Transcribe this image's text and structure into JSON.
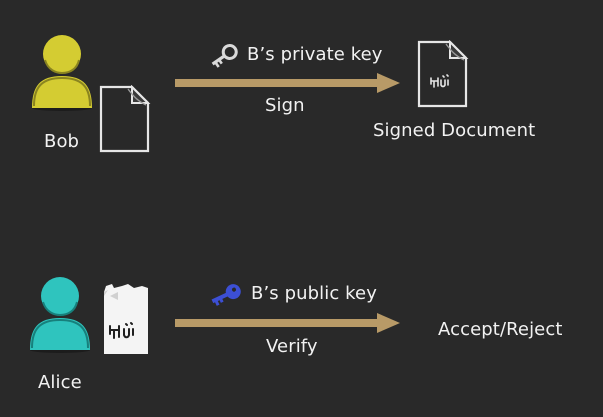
{
  "actors": {
    "bob": {
      "name": "Bob",
      "color": "#d4cc32"
    },
    "alice": {
      "name": "Alice",
      "color": "#2fc4be"
    }
  },
  "steps": {
    "sign": {
      "key_label": "B’s private key",
      "action": "Sign",
      "key_icon": "key-icon",
      "key_color": "#d9d9d9"
    },
    "verify": {
      "key_label": "B’s public key",
      "action": "Verify",
      "key_icon": "key-icon",
      "key_color": "#3c4fd4"
    }
  },
  "outputs": {
    "signed_document": "Signed Document",
    "verdict": "Accept/Reject"
  },
  "colors": {
    "background": "#292929",
    "arrow": "#b89a67",
    "document_outline": "#e6e6e6"
  }
}
